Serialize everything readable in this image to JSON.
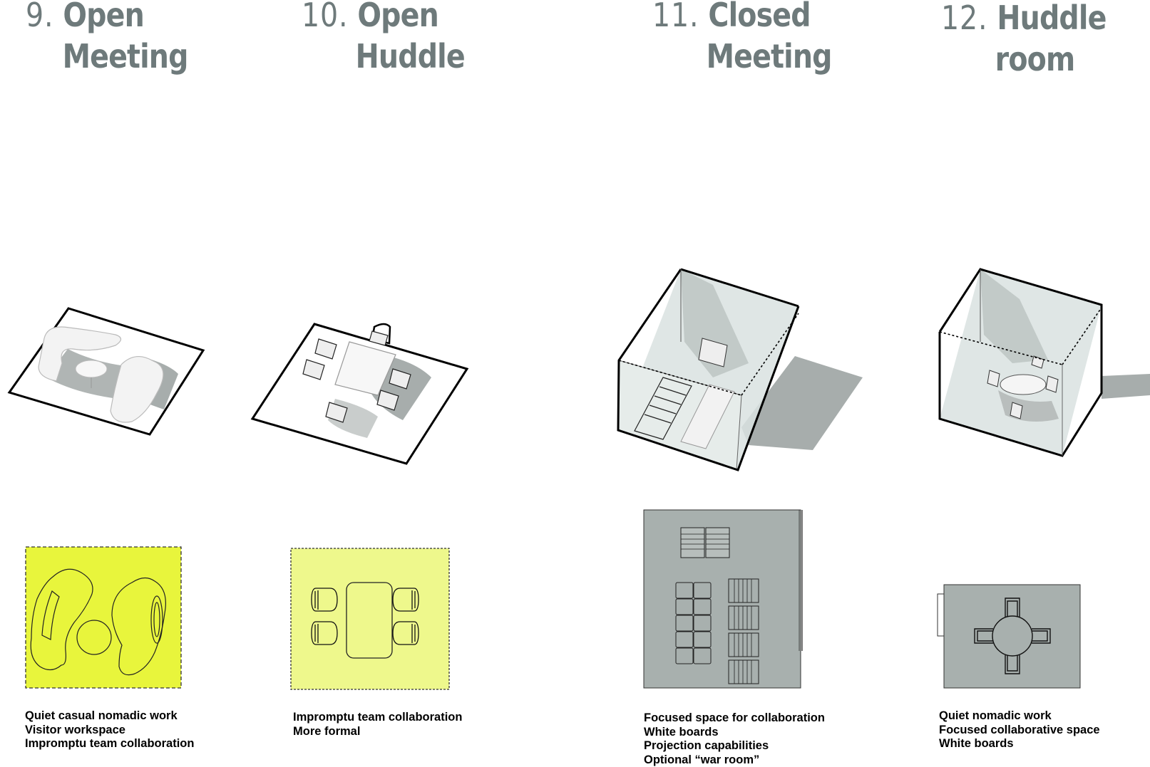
{
  "columns": [
    {
      "number": "9.",
      "title_line1": "Open",
      "title_line2": "Meeting",
      "description": [
        "Quiet casual nomadic work",
        "Visitor workspace",
        "Impromptu team collaboration"
      ],
      "plan_color": "#e8f53c"
    },
    {
      "number": "10.",
      "title_line1": "Open",
      "title_line2": "Huddle",
      "description": [
        "Impromptu team collaboration",
        "More formal"
      ],
      "plan_color": "#eef88c"
    },
    {
      "number": "11.",
      "title_line1": "Closed",
      "title_line2": "Meeting",
      "description": [
        "Focused space for collaboration",
        "White boards",
        "Projection capabilities",
        "Optional “war room”"
      ],
      "plan_color": "#a8b0ae"
    },
    {
      "number": "12.",
      "title_line1": "Huddle",
      "title_line2": "room",
      "description": [
        "Quiet nomadic work",
        "Focused collaborative space",
        "White boards"
      ],
      "plan_color": "#a8b0ae"
    }
  ],
  "colors": {
    "title": "#6e7a7b",
    "shadow": "#a7adac",
    "glass": "#d9e2e0"
  }
}
